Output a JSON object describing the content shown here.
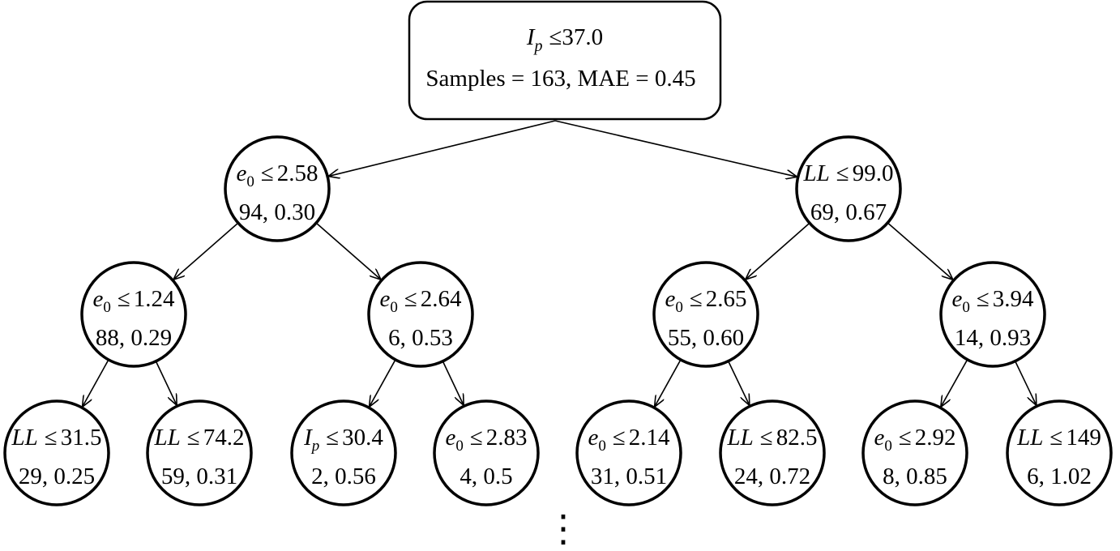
{
  "root": {
    "cond_var": "I",
    "cond_sub": "p",
    "cond_op": "≤",
    "cond_val": "37.0",
    "stats": "Samples = 163, MAE = 0.45"
  },
  "nodes": [
    {
      "id": "n1",
      "var": "e",
      "sub": "0",
      "val": "2.58",
      "stats": "94, 0.30"
    },
    {
      "id": "n2",
      "var": "LL",
      "sub": "",
      "val": "99.0",
      "stats": "69, 0.67"
    },
    {
      "id": "n3",
      "var": "e",
      "sub": "0",
      "val": "1.24",
      "stats": "88, 0.29"
    },
    {
      "id": "n4",
      "var": "e",
      "sub": "0",
      "val": "2.64",
      "stats": "6, 0.53"
    },
    {
      "id": "n5",
      "var": "e",
      "sub": "0",
      "val": "2.65",
      "stats": "55, 0.60"
    },
    {
      "id": "n6",
      "var": "e",
      "sub": "0",
      "val": "3.94",
      "stats": "14, 0.93"
    },
    {
      "id": "n7",
      "var": "LL",
      "sub": "",
      "val": "31.5",
      "stats": "29, 0.25"
    },
    {
      "id": "n8",
      "var": "LL",
      "sub": "",
      "val": "74.2",
      "stats": "59, 0.31"
    },
    {
      "id": "n9",
      "var": "I",
      "sub": "p",
      "val": "30.4",
      "stats": "2, 0.56"
    },
    {
      "id": "n10",
      "var": "e",
      "sub": "0",
      "val": "2.83",
      "stats": "4, 0.5"
    },
    {
      "id": "n11",
      "var": "e",
      "sub": "0",
      "val": "2.14",
      "stats": "31, 0.51"
    },
    {
      "id": "n12",
      "var": "LL",
      "sub": "",
      "val": "82.5",
      "stats": "24, 0.72"
    },
    {
      "id": "n13",
      "var": "e",
      "sub": "0",
      "val": "2.92",
      "stats": "8, 0.85"
    },
    {
      "id": "n14",
      "var": "LL",
      "sub": "",
      "val": "149",
      "stats": "6, 1.02"
    }
  ],
  "ellipsis": "⋮",
  "op": "≤"
}
